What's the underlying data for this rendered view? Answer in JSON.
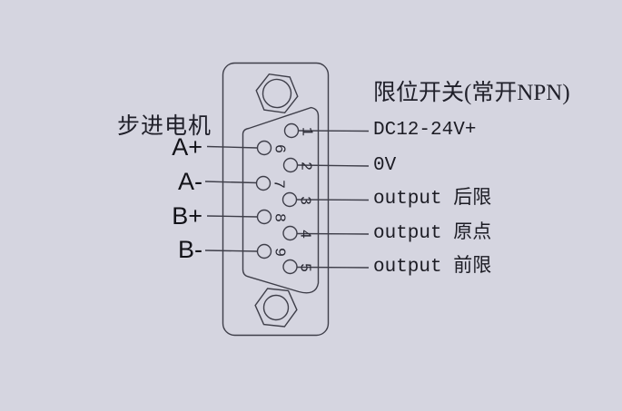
{
  "diagram": {
    "connector": {
      "type": "DB9",
      "left_title": "步进电机",
      "right_title": "限位开关(常开NPN)",
      "left_pins": [
        {
          "pin": "6",
          "label": "A+"
        },
        {
          "pin": "7",
          "label": "A-"
        },
        {
          "pin": "8",
          "label": "B+"
        },
        {
          "pin": "9",
          "label": "B-"
        }
      ],
      "right_pins": [
        {
          "pin": "1",
          "label": "DC12-24V+"
        },
        {
          "pin": "2",
          "label": "0V"
        },
        {
          "pin": "3",
          "label": "output 后限"
        },
        {
          "pin": "4",
          "label": "output 原点"
        },
        {
          "pin": "5",
          "label": "output 前限"
        }
      ]
    },
    "colors": {
      "background": "#d5d5e0",
      "line": "#3e3e49",
      "text": "#1c1c24"
    }
  }
}
